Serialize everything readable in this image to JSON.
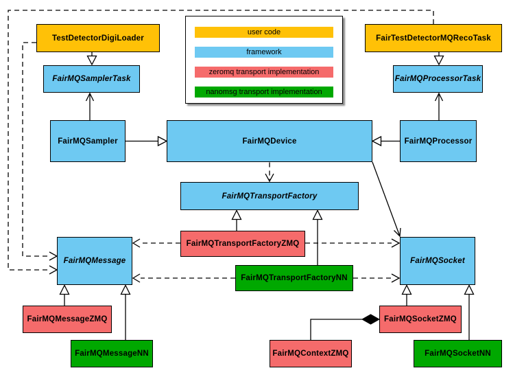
{
  "diagram_type": "uml-class-diagram",
  "colors": {
    "user_code": "#FFC107",
    "framework": "#6EC9F2",
    "zeromq_transport": "#F56B6B",
    "nanomsg_transport": "#00A800",
    "line": "#000000",
    "background": "#FFFFFF"
  },
  "legend": {
    "items": [
      {
        "label": "user code",
        "color": "#FFC107"
      },
      {
        "label": "framework",
        "color": "#6EC9F2"
      },
      {
        "label": "zeromq transport implementation",
        "color": "#F56B6B"
      },
      {
        "label": "nanomsg transport implementation",
        "color": "#00A800"
      }
    ]
  },
  "nodes": {
    "testDetectorDigiLoader": {
      "label": "TestDetectorDigiLoader",
      "category": "user code",
      "abstract": false
    },
    "fairTestDetectorMQRecoTask": {
      "label": "FairTestDetectorMQRecoTask",
      "category": "user code",
      "abstract": false
    },
    "fairMQSamplerTask": {
      "label": "FairMQSamplerTask",
      "category": "framework",
      "abstract": true
    },
    "fairMQProcessorTask": {
      "label": "FairMQProcessorTask",
      "category": "framework",
      "abstract": true
    },
    "fairMQSampler": {
      "label": "FairMQSampler",
      "category": "framework",
      "abstract": false
    },
    "fairMQDevice": {
      "label": "FairMQDevice",
      "category": "framework",
      "abstract": false
    },
    "fairMQProcessor": {
      "label": "FairMQProcessor",
      "category": "framework",
      "abstract": false
    },
    "fairMQTransportFactory": {
      "label": "FairMQTransportFactory",
      "category": "framework",
      "abstract": true
    },
    "fairMQTransportFactoryZMQ": {
      "label": "FairMQTransportFactoryZMQ",
      "category": "zeromq transport implementation",
      "abstract": false
    },
    "fairMQTransportFactoryNN": {
      "label": "FairMQTransportFactoryNN",
      "category": "nanomsg transport implementation",
      "abstract": false
    },
    "fairMQMessage": {
      "label": "FairMQMessage",
      "category": "framework",
      "abstract": true
    },
    "fairMQSocket": {
      "label": "FairMQSocket",
      "category": "framework",
      "abstract": true
    },
    "fairMQMessageZMQ": {
      "label": "FairMQMessageZMQ",
      "category": "zeromq transport implementation",
      "abstract": false
    },
    "fairMQMessageNN": {
      "label": "FairMQMessageNN",
      "category": "nanomsg transport implementation",
      "abstract": false
    },
    "fairMQSocketZMQ": {
      "label": "FairMQSocketZMQ",
      "category": "zeromq transport implementation",
      "abstract": false
    },
    "fairMQSocketNN": {
      "label": "FairMQSocketNN",
      "category": "nanomsg transport implementation",
      "abstract": false
    },
    "fairMQContextZMQ": {
      "label": "FairMQContextZMQ",
      "category": "zeromq transport implementation",
      "abstract": false
    }
  },
  "edges": [
    {
      "from": "TestDetectorDigiLoader",
      "to": "FairMQSamplerTask",
      "type": "generalization"
    },
    {
      "from": "FairMQSampler",
      "to": "FairMQSamplerTask",
      "type": "association"
    },
    {
      "from": "FairTestDetectorMQRecoTask",
      "to": "FairMQProcessorTask",
      "type": "generalization"
    },
    {
      "from": "FairMQProcessor",
      "to": "FairMQProcessorTask",
      "type": "association"
    },
    {
      "from": "FairMQSampler",
      "to": "FairMQDevice",
      "type": "generalization"
    },
    {
      "from": "FairMQProcessor",
      "to": "FairMQDevice",
      "type": "generalization"
    },
    {
      "from": "FairMQDevice",
      "to": "FairMQTransportFactory",
      "type": "dependency"
    },
    {
      "from": "FairMQDevice",
      "to": "FairMQSocket",
      "type": "association"
    },
    {
      "from": "FairMQTransportFactoryZMQ",
      "to": "FairMQTransportFactory",
      "type": "generalization"
    },
    {
      "from": "FairMQTransportFactoryNN",
      "to": "FairMQTransportFactory",
      "type": "generalization"
    },
    {
      "from": "FairMQTransportFactoryZMQ",
      "to": "FairMQMessage",
      "type": "dependency"
    },
    {
      "from": "FairMQTransportFactoryZMQ",
      "to": "FairMQSocket",
      "type": "dependency"
    },
    {
      "from": "FairMQTransportFactoryNN",
      "to": "FairMQMessage",
      "type": "dependency"
    },
    {
      "from": "FairMQTransportFactoryNN",
      "to": "FairMQSocket",
      "type": "dependency"
    },
    {
      "from": "FairMQMessageZMQ",
      "to": "FairMQMessage",
      "type": "generalization"
    },
    {
      "from": "FairMQMessageNN",
      "to": "FairMQMessage",
      "type": "generalization"
    },
    {
      "from": "FairMQSocketZMQ",
      "to": "FairMQSocket",
      "type": "generalization"
    },
    {
      "from": "FairMQSocketNN",
      "to": "FairMQSocket",
      "type": "generalization"
    },
    {
      "from": "TestDetectorDigiLoader",
      "to": "FairMQMessage",
      "type": "dependency"
    },
    {
      "from": "FairTestDetectorMQRecoTask",
      "to": "FairMQMessage",
      "type": "dependency"
    },
    {
      "from": "FairMQSocketZMQ",
      "to": "FairMQContextZMQ",
      "type": "composition"
    }
  ]
}
